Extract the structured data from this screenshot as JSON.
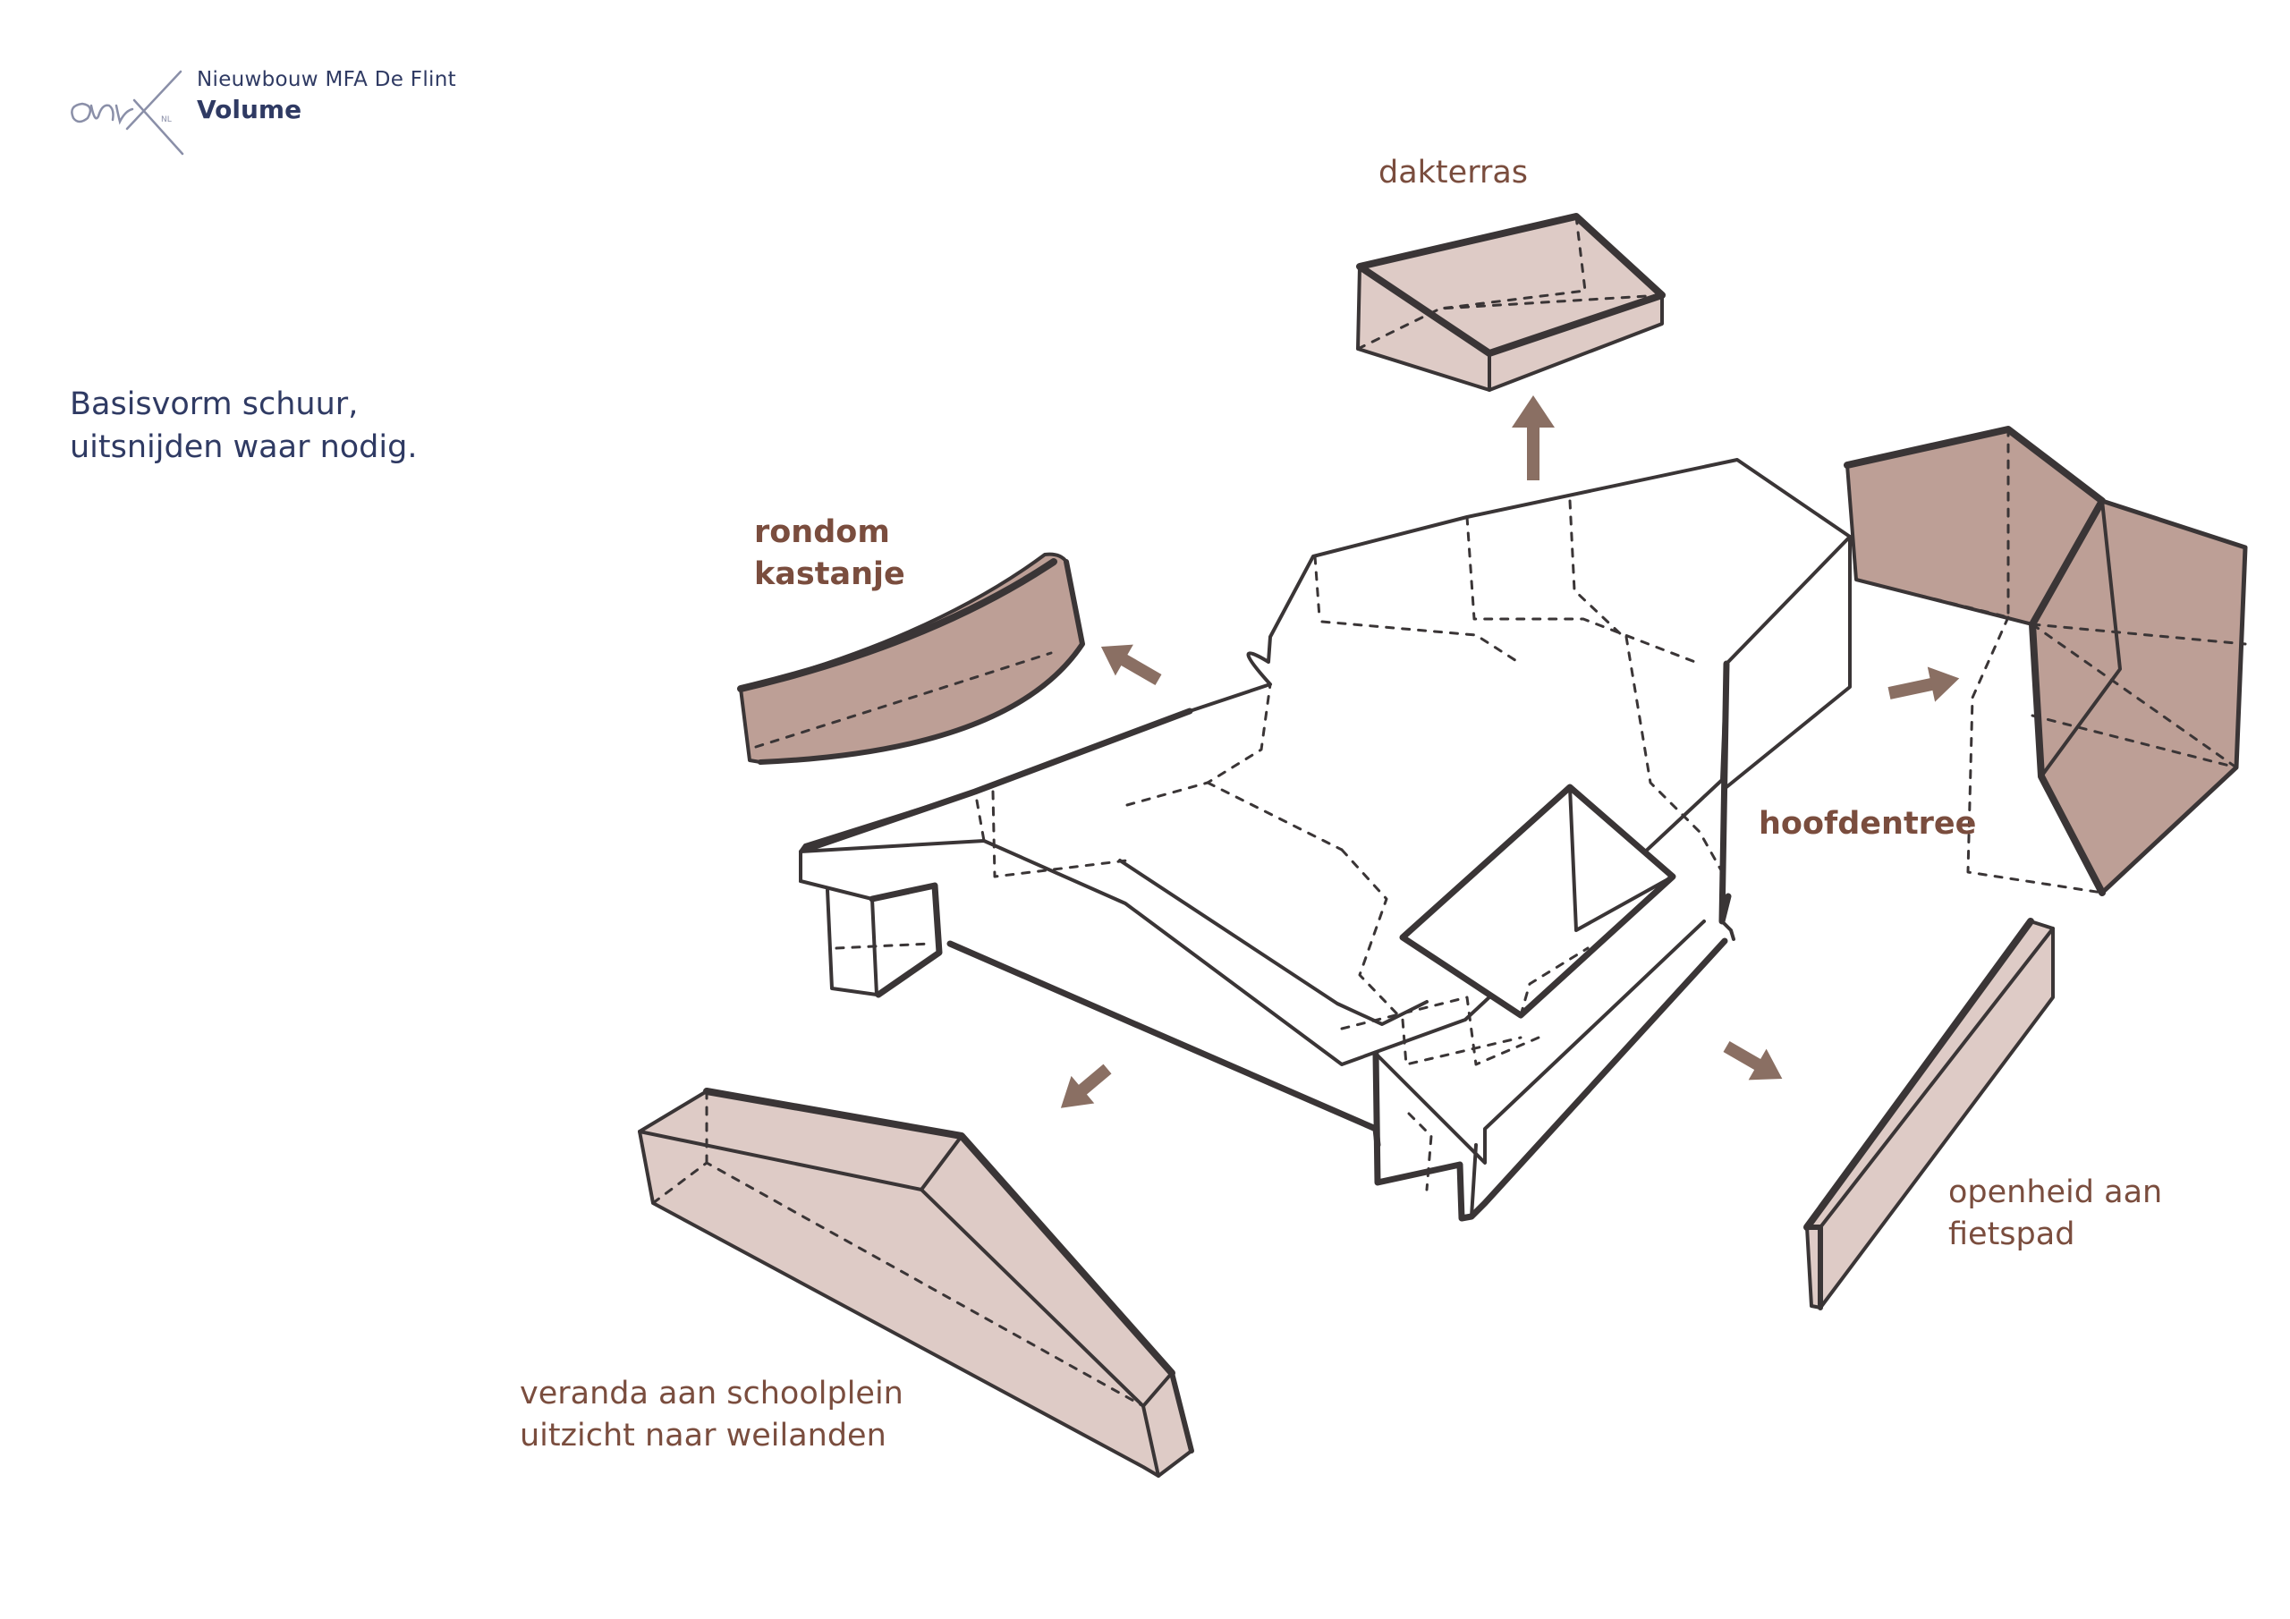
{
  "header": {
    "logo_text": "onix NL",
    "project": "Nieuwbouw MFA De Flint",
    "section": "Volume"
  },
  "intro": "Basisvorm schuur,\nuitsnijden waar nodig.",
  "labels": {
    "dakterras": "dakterras",
    "rondom_kastanje": "rondom\nkastanje",
    "hoofdentree": "hoofdentree",
    "veranda": "veranda aan schoolplein\nuitzicht naar weilanden",
    "openheid": "openheid aan\nfietspad"
  },
  "colors": {
    "text_primary": "#2f3a63",
    "label_brown": "#7a4d3e",
    "fill_light": "#dcc8c3",
    "fill_dark": "#b99a90",
    "arrow": "#8a6f63",
    "stroke": "#3a3536"
  }
}
